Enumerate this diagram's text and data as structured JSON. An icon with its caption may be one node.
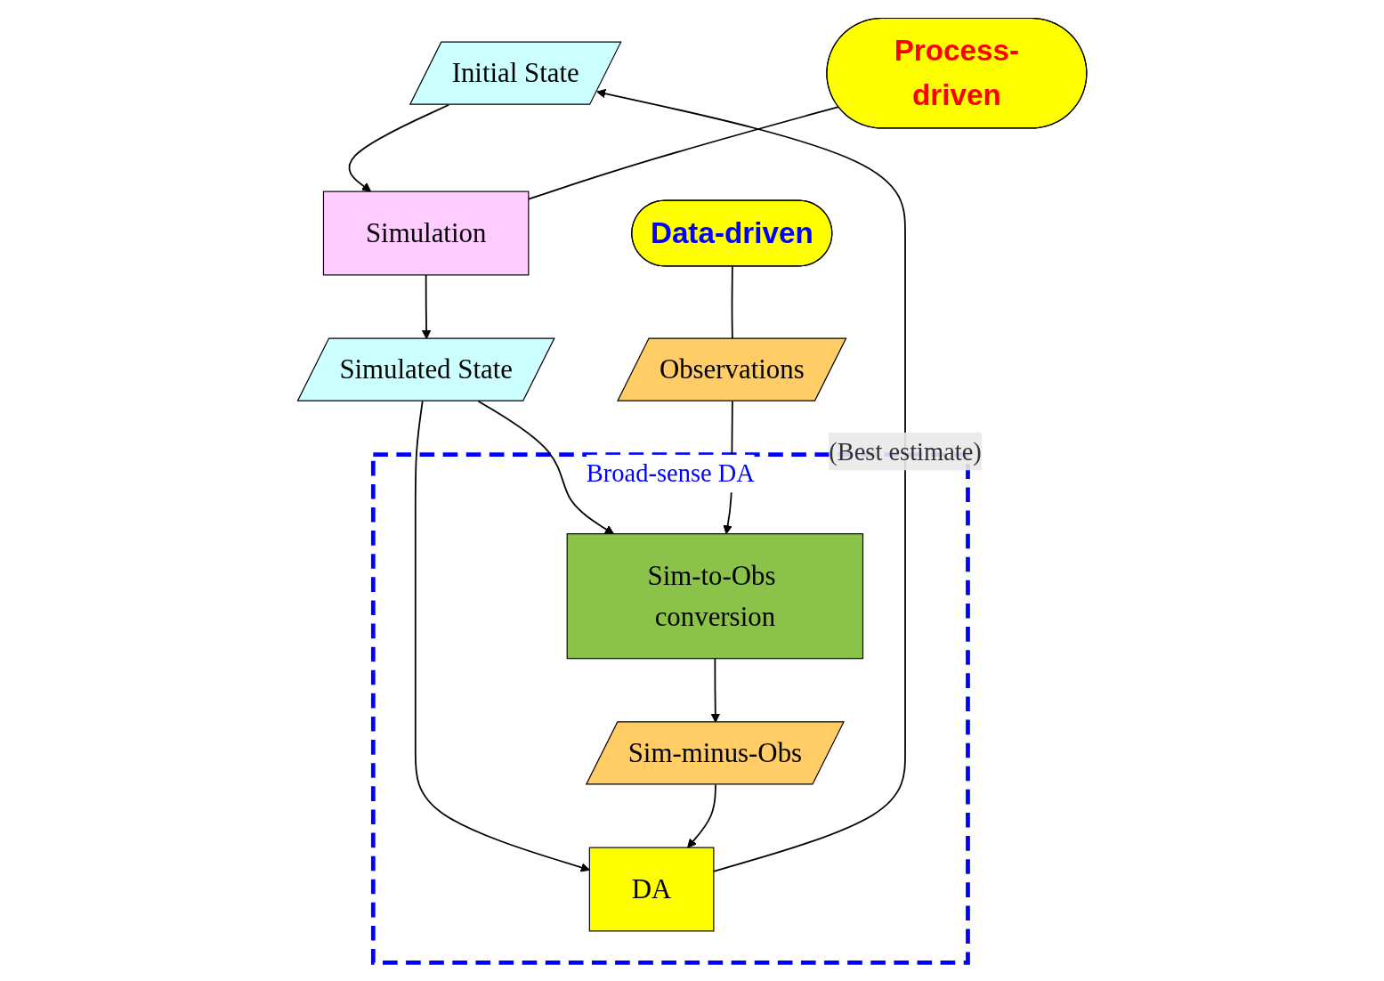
{
  "diagram": {
    "nodes": [
      {
        "text": [
          "Initial State"
        ]
      },
      {
        "text": [
          "Simulation"
        ]
      },
      {
        "text": [
          "Simulated State"
        ]
      },
      {
        "text": [
          "Broad-sense DA"
        ]
      },
      {
        "text": [
          "DA"
        ],
        "in": 3
      },
      {
        "text": [
          "Sim-to-Obs conversion"
        ],
        "in": 3
      },
      {
        "text": [
          "Sim-minus-Obs"
        ],
        "in": 3
      },
      {
        "text": [
          "Observations"
        ]
      },
      {
        "text": [
          "Process-driven"
        ]
      },
      {
        "text": [
          "Data-driven"
        ]
      }
    ],
    "edges": [
      {
        "from": 0,
        "to": 1,
        "arrow": "to"
      },
      {
        "from": 1,
        "to": 2,
        "arrow": "to"
      },
      {
        "from": 2,
        "to": 4,
        "arrow": "to"
      },
      {
        "from": 2,
        "to": 5,
        "arrow": "to"
      },
      {
        "from": 7,
        "to": 5,
        "arrow": "to"
      },
      {
        "from": 5,
        "to": 6,
        "arrow": "to"
      },
      {
        "from": 6,
        "to": 4,
        "arrow": "to"
      },
      {
        "from": 4,
        "to": 0,
        "arrow": "to",
        "label": "(Best estimate)"
      },
      {
        "from": 8,
        "to": 1,
        "arrow": "none"
      },
      {
        "from": 9,
        "to": 7,
        "arrow": "none"
      }
    ]
  }
}
